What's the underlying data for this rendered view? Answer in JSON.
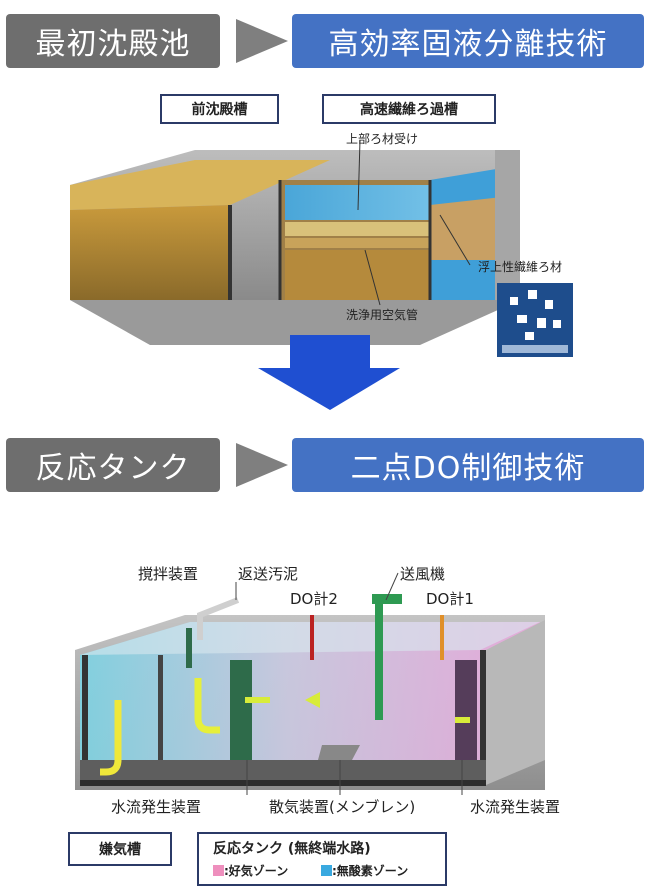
{
  "row1": {
    "left_label": "最初沈殿池",
    "right_label": "高効率固液分離技術"
  },
  "row2": {
    "left_label": "反応タンク",
    "right_label": "二点DO制御技術"
  },
  "top_diagram": {
    "box_labels": [
      "前沈殿槽",
      "高速繊維ろ過槽"
    ],
    "annotations": [
      "上部ろ材受け",
      "浮上性繊維ろ材",
      "洗浄用空気管"
    ]
  },
  "bottom_diagram": {
    "top_labels": [
      "撹拌装置",
      "返送汚泥",
      "送風機",
      "DO計2",
      "DO計1"
    ],
    "bottom_labels": [
      "水流発生装置",
      "散気装置(メンブレン)",
      "水流発生装置"
    ],
    "legend_left": "嫌気槽",
    "legend_title": "反応タンク (無終端水路)",
    "legend_items": [
      {
        "color": "#ee8fbd",
        "label": ":好気ゾーン"
      },
      {
        "color": "#39a9e0",
        "label": ":無酸素ゾーン"
      }
    ]
  },
  "colors": {
    "grey_pill": "#6e6e6e",
    "blue_pill": "#4472c4",
    "arrow": "#1f4fd1"
  }
}
